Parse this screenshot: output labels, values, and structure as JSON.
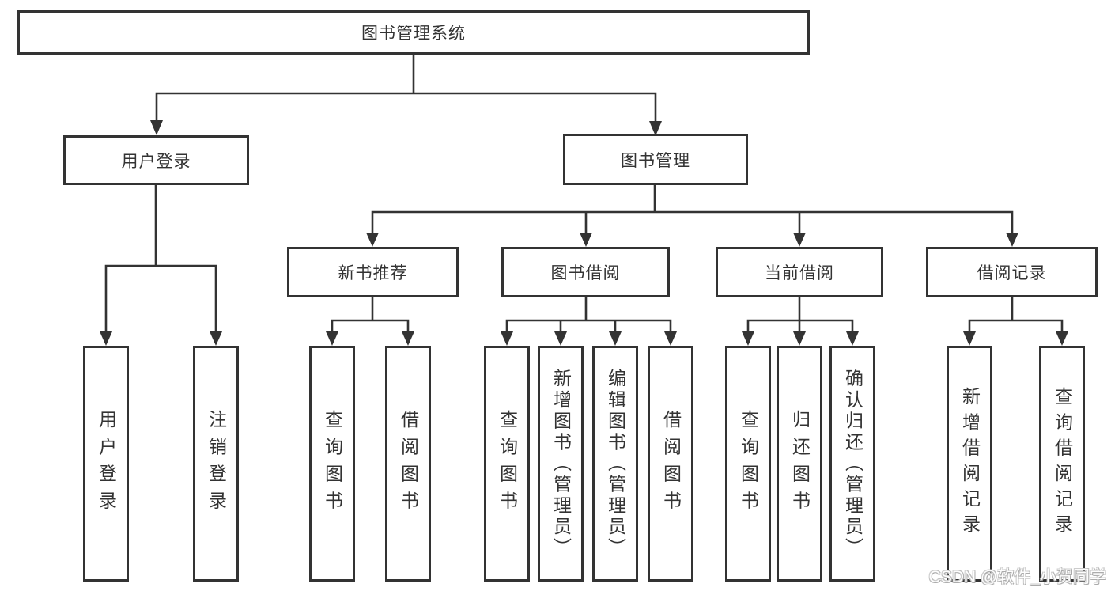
{
  "diagram_type": "hierarchy-tree",
  "tree": {
    "label": "图书管理系统",
    "children": [
      {
        "label": "用户登录",
        "children": [
          {
            "label": "用户登录"
          },
          {
            "label": "注销登录"
          }
        ]
      },
      {
        "label": "图书管理",
        "children": [
          {
            "label": "新书推荐",
            "children": [
              {
                "label": "查询图书"
              },
              {
                "label": "借阅图书"
              }
            ]
          },
          {
            "label": "图书借阅",
            "children": [
              {
                "label": "查询图书"
              },
              {
                "label": "新增图书（管理员）"
              },
              {
                "label": "编辑图书（管理员）"
              },
              {
                "label": "借阅图书"
              }
            ]
          },
          {
            "label": "当前借阅",
            "children": [
              {
                "label": "查询图书"
              },
              {
                "label": "归还图书"
              },
              {
                "label": "确认归还（管理员）"
              }
            ]
          },
          {
            "label": "借阅记录",
            "children": [
              {
                "label": "新增借阅记录"
              },
              {
                "label": "查询借阅记录"
              }
            ]
          }
        ]
      }
    ]
  },
  "watermark": {
    "text": "CSDN @软件_小贺同学"
  },
  "colors": {
    "line": "#333333",
    "box_border": "#333333",
    "label_text": "#333333",
    "background": "#ffffff",
    "watermark_text": "#fdfdfd"
  }
}
